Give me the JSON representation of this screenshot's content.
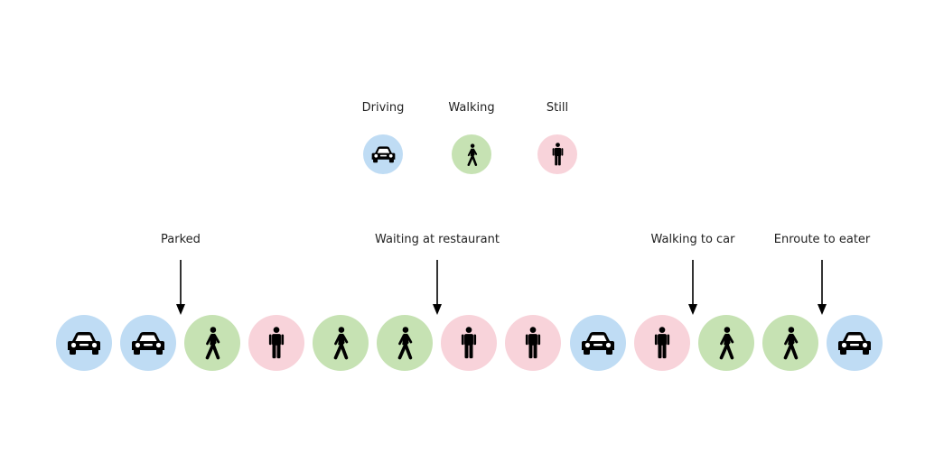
{
  "legend": [
    {
      "state": "driving",
      "label": "Driving",
      "icon": "car-icon"
    },
    {
      "state": "walking",
      "label": "Walking",
      "icon": "walking-person-icon"
    },
    {
      "state": "still",
      "label": "Still",
      "icon": "standing-person-icon"
    }
  ],
  "colors": {
    "driving": "#bfdcf4",
    "walking": "#c6e2b3",
    "still": "#f8d3da",
    "icon": "#000000"
  },
  "timeline": [
    "driving",
    "driving",
    "walking",
    "still",
    "walking",
    "walking",
    "still",
    "still",
    "driving",
    "still",
    "walking",
    "walking",
    "driving"
  ],
  "annotations": [
    {
      "label": "Parked"
    },
    {
      "label": "Waiting at restaurant"
    },
    {
      "label": "Walking to car"
    },
    {
      "label": "Enroute to eater"
    }
  ]
}
